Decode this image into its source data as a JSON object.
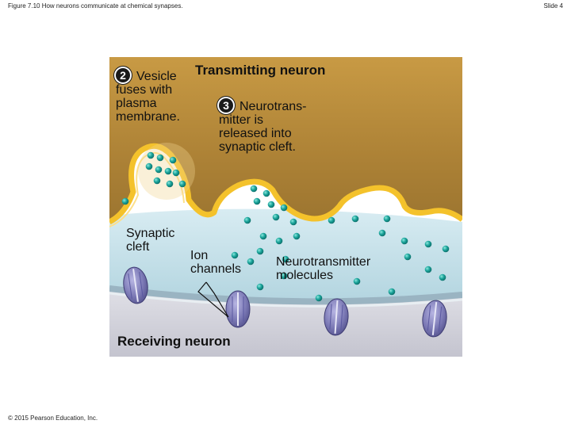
{
  "slide": {
    "figure_title": "Figure 7.10 How neurons communicate at chemical synapses.",
    "slide_number": "Slide 4",
    "copyright": "© 2015 Pearson Education, Inc."
  },
  "figure": {
    "transmitting_neuron": "Transmitting neuron",
    "receiving_neuron": "Receiving neuron",
    "step2": {
      "number": "2",
      "line1": "Vesicle",
      "line2": "fuses with",
      "line3": "plasma",
      "line4": "membrane."
    },
    "step3": {
      "number": "3",
      "line1": "Neurotrans-",
      "line2": "mitter is",
      "line3": "released into",
      "line4": "synaptic cleft."
    },
    "synaptic_cleft": {
      "line1": "Synaptic",
      "line2": "cleft"
    },
    "ion_channels": {
      "line1": "Ion",
      "line2": "channels"
    },
    "neurotransmitter_molecules": {
      "line1": "Neurotransmitter",
      "line2": "molecules"
    }
  },
  "colors": {
    "axon_terminal": "#b78d3a",
    "membrane_outer": "#f4c22b",
    "synaptic_cleft": "#c6e2ea",
    "receiving_neuron": "#d3d3dc",
    "ion_channel": "#7a78b4",
    "neurotransmitter": "#1aa39a"
  },
  "icons": {
    "step_badge": "numbered-circle-icon",
    "ion_channel": "ion-channel-icon",
    "molecule": "neurotransmitter-molecule-icon"
  }
}
